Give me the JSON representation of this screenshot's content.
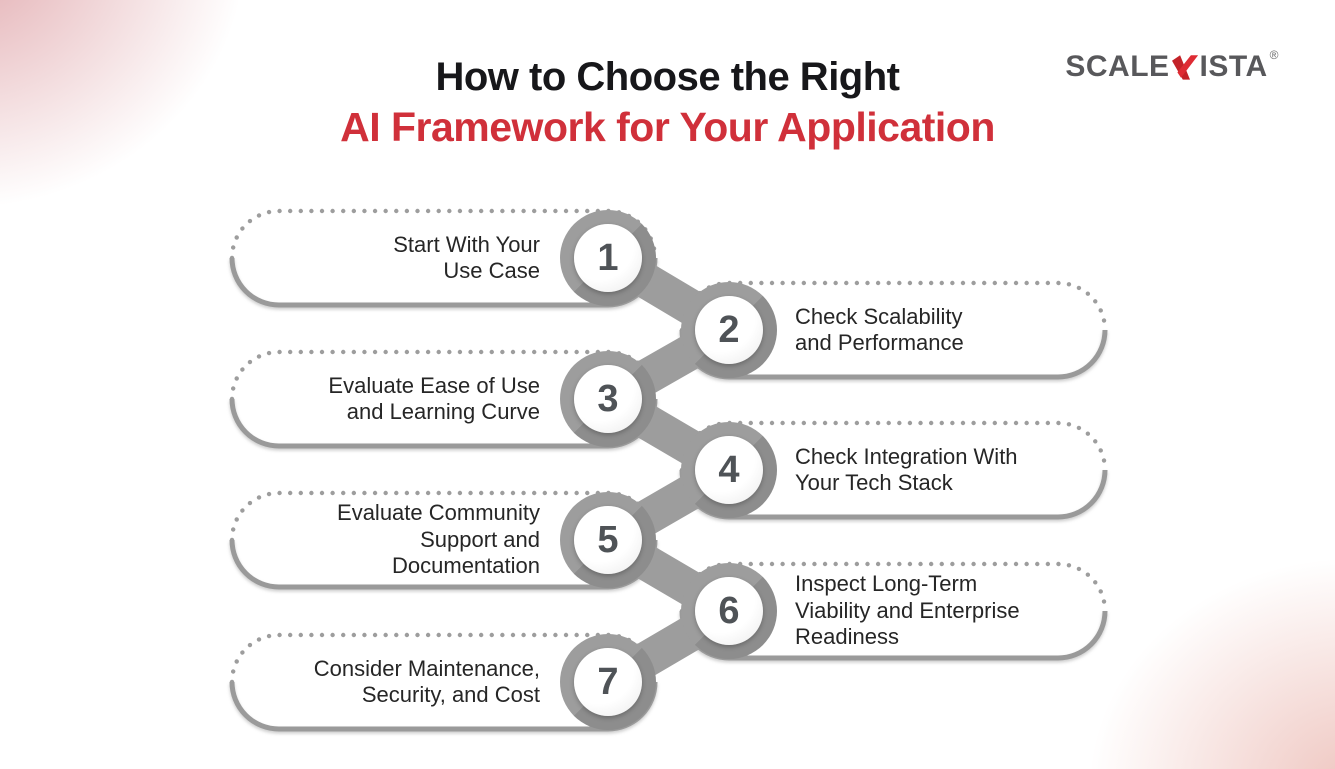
{
  "title": {
    "line1": "How to Choose the Right",
    "line2": "AI Framework for Your Application",
    "line1_color": "#17171a",
    "line2_color": "#d0303a"
  },
  "logo": {
    "part1": "SCALE",
    "part2": "ISTA",
    "registered": "®",
    "text_color": "#58585b",
    "mark_color": "#d6252c"
  },
  "steps": [
    {
      "number": "1",
      "label": "Start With Your Use Case",
      "lines": [
        "Start With Your",
        "Use Case"
      ]
    },
    {
      "number": "2",
      "label": "Check Scalability and Performance",
      "lines": [
        "Check Scalability",
        "and Performance"
      ]
    },
    {
      "number": "3",
      "label": "Evaluate Ease of Use and Learning Curve",
      "lines": [
        "Evaluate Ease of Use",
        "and Learning Curve"
      ]
    },
    {
      "number": "4",
      "label": "Check Integration With Your Tech Stack",
      "lines": [
        "Check Integration With",
        "Your Tech Stack"
      ]
    },
    {
      "number": "5",
      "label": "Evaluate Community Support and Documentation",
      "lines": [
        "Evaluate Community",
        "Support and",
        "Documentation"
      ]
    },
    {
      "number": "6",
      "label": "Inspect Long-Term Viability and Enterprise Readiness",
      "lines": [
        "Inspect Long-Term",
        "Viability and Enterprise",
        "Readiness"
      ]
    },
    {
      "number": "7",
      "label": "Consider Maintenance, Security, and Cost",
      "lines": [
        "Consider Maintenance,",
        "Security, and Cost"
      ]
    }
  ],
  "colors": {
    "pill_border": "#9d9d9d",
    "connector": "#9d9d9d",
    "number_color": "#4f5357",
    "step_text": "#262626",
    "corner_tint": "#c9646c"
  }
}
